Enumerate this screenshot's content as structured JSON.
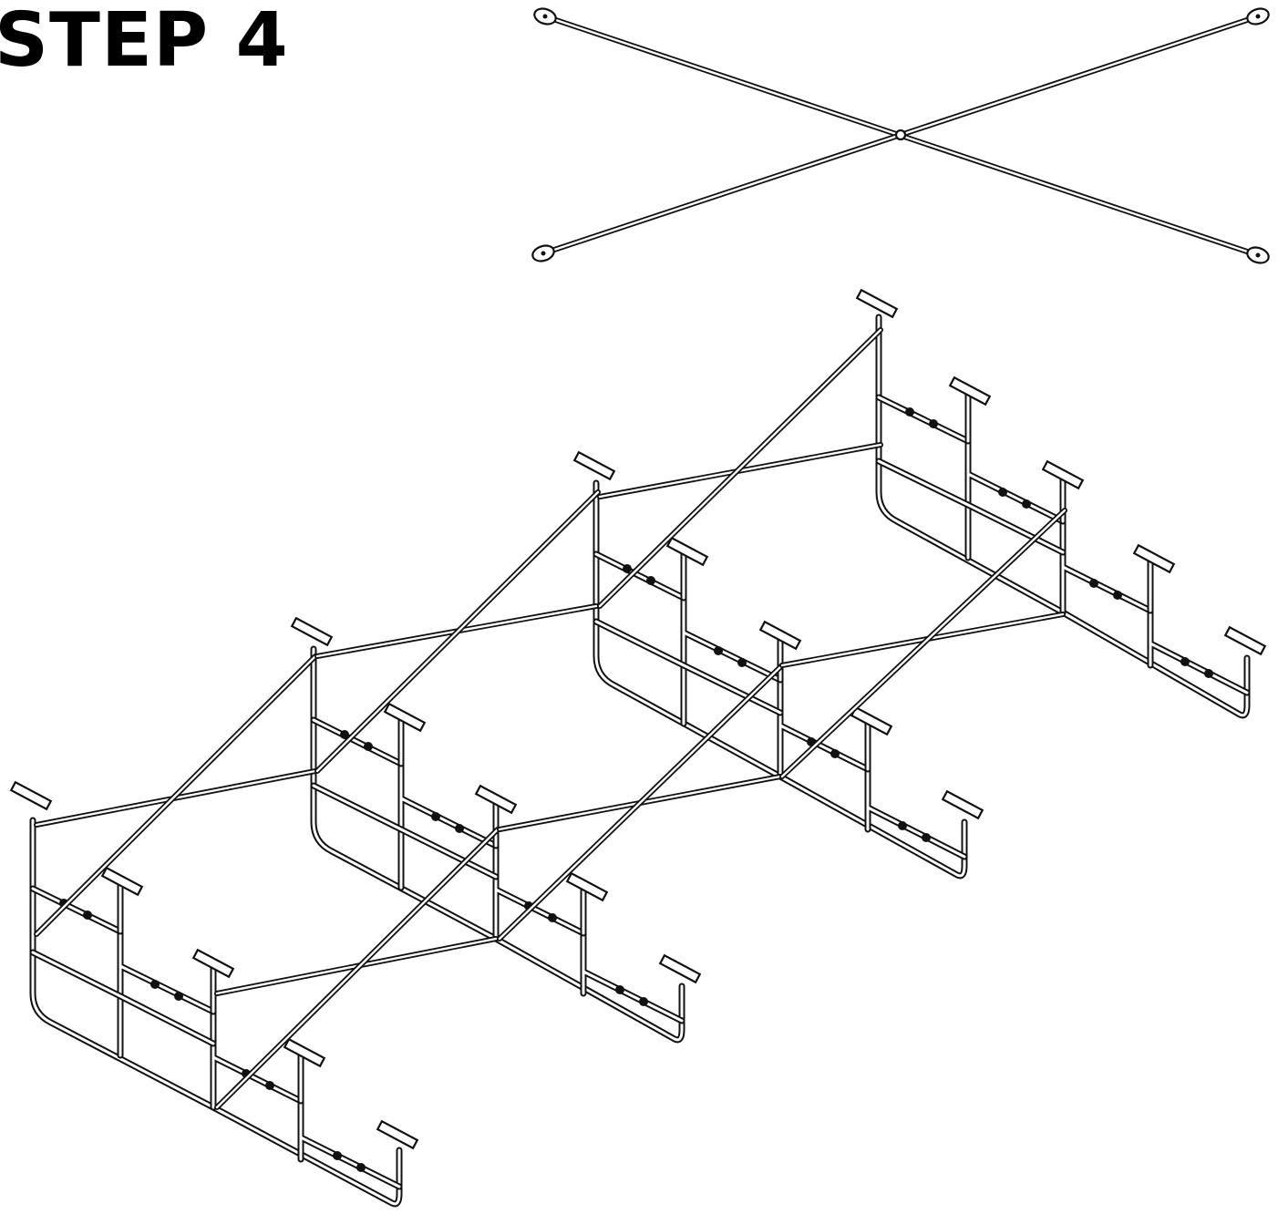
{
  "title": "STEP 4",
  "parts": {
    "cross_brace": "cross-brace",
    "frame_assembly": "stepped-frame-assembly"
  }
}
